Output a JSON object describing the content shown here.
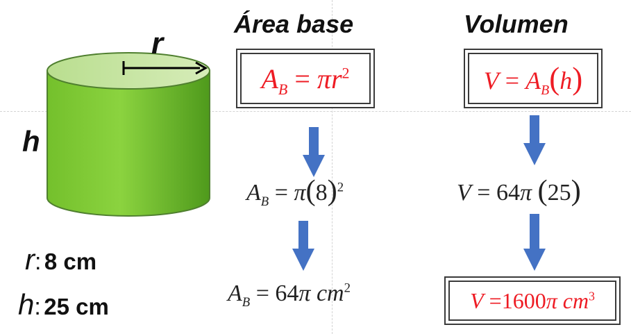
{
  "labels": {
    "radius": "r",
    "height": "h"
  },
  "given": {
    "radius_letter": "r",
    "radius_sep": ":",
    "radius_value": "8 cm",
    "height_letter": "h",
    "height_sep": ":",
    "height_value": "25 cm"
  },
  "area": {
    "heading": "Área base",
    "formula": {
      "A": "A",
      "B": "B",
      "eq": "=",
      "pi": "π",
      "r": "r",
      "exp": "2"
    },
    "step1": {
      "A": "A",
      "B": "B",
      "eq": "=",
      "pi": "π",
      "lp": "(",
      "val": "8",
      "rp": ")",
      "exp": "2"
    },
    "result": {
      "A": "A",
      "B": "B",
      "eq": "=",
      "num": "64",
      "pi": "π",
      "unit": "cm",
      "exp": "2"
    }
  },
  "volume": {
    "heading": "Volumen",
    "formula": {
      "V": "V",
      "eq": "=",
      "A": "A",
      "B": "B",
      "lp": "(",
      "h": "h",
      "rp": ")"
    },
    "step1": {
      "V": "V",
      "eq": "=",
      "num": "64",
      "pi": "π",
      "lp": "(",
      "val": "25",
      "rp": ")"
    },
    "result": {
      "V": "V",
      "eq": "=",
      "num": "1600",
      "pi": "π",
      "unit": "cm",
      "exp": "3"
    }
  },
  "colors": {
    "cylinder_body": "#7cc832",
    "cylinder_top": "#c8e6a0",
    "cylinder_edge": "#4f7f2f",
    "arrow": "#4472c4",
    "formula_red": "#ee1c24"
  },
  "icons": [
    "cylinder-icon",
    "radius-arrow-icon",
    "down-arrow-icon"
  ]
}
